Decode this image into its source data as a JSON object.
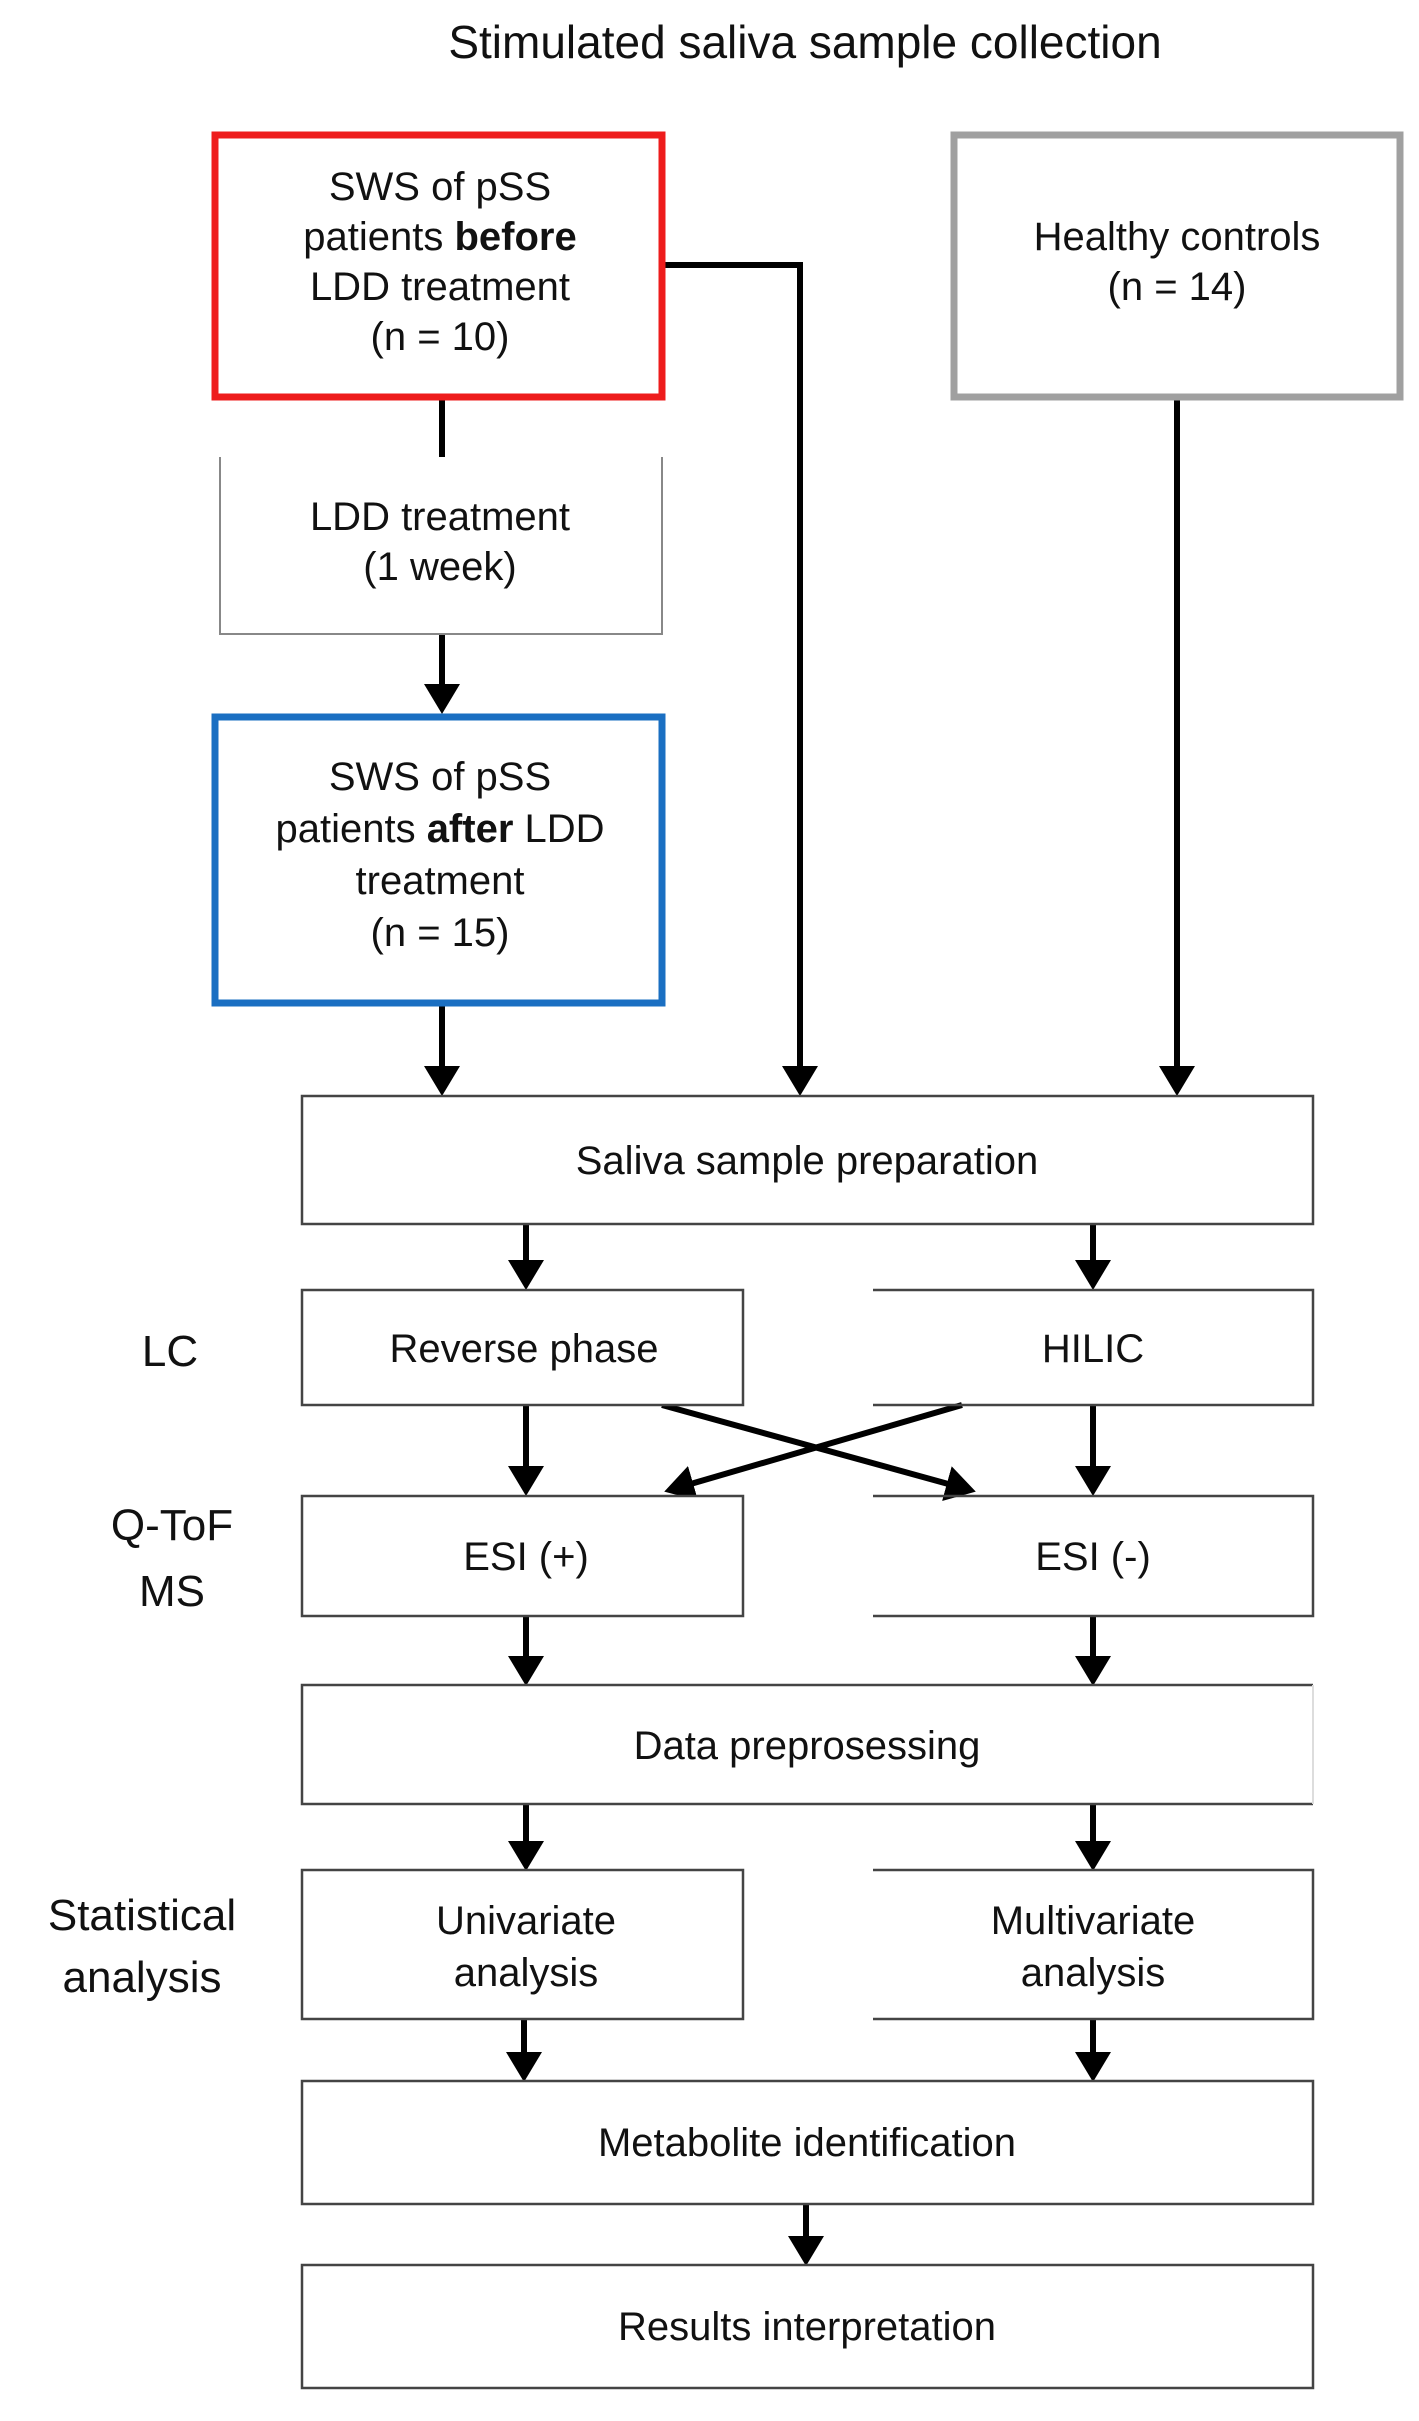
{
  "title": "Stimulated saliva sample collection",
  "colors": {
    "before_border": "#ee1c1c",
    "after_border": "#1a6fc2",
    "controls_border": "#a0a0a0",
    "arrow": "#000000"
  },
  "boxes": {
    "before": {
      "line1": "SWS of pSS",
      "line2a": "patients ",
      "line2b": "before",
      "line3": "LDD treatment",
      "line4": "(n = 10)"
    },
    "controls": {
      "line1": "Healthy controls",
      "line2": "(n = 14)"
    },
    "treatment": {
      "line1": "LDD treatment",
      "line2": "(1 week)"
    },
    "after": {
      "line1": "SWS of pSS",
      "line2a": "patients ",
      "line2b": "after",
      "line2c": " LDD",
      "line3": "treatment",
      "line4": "(n = 15)"
    },
    "preparation": "Saliva sample preparation",
    "reverse_phase": "Reverse phase",
    "hilic": "HILIC",
    "esi_pos": "ESI (+)",
    "esi_neg": "ESI (-)",
    "preprocessing": "Data preprosessing",
    "univariate": {
      "line1": "Univariate",
      "line2": "analysis"
    },
    "multivariate": {
      "line1": "Multivariate",
      "line2": "analysis"
    },
    "metabolite": "Metabolite identification",
    "results": "Results interpretation"
  },
  "stage_labels": {
    "lc": "LC",
    "ms_line1": "Q-ToF",
    "ms_line2": "MS",
    "stat_line1": "Statistical",
    "stat_line2": "analysis"
  }
}
